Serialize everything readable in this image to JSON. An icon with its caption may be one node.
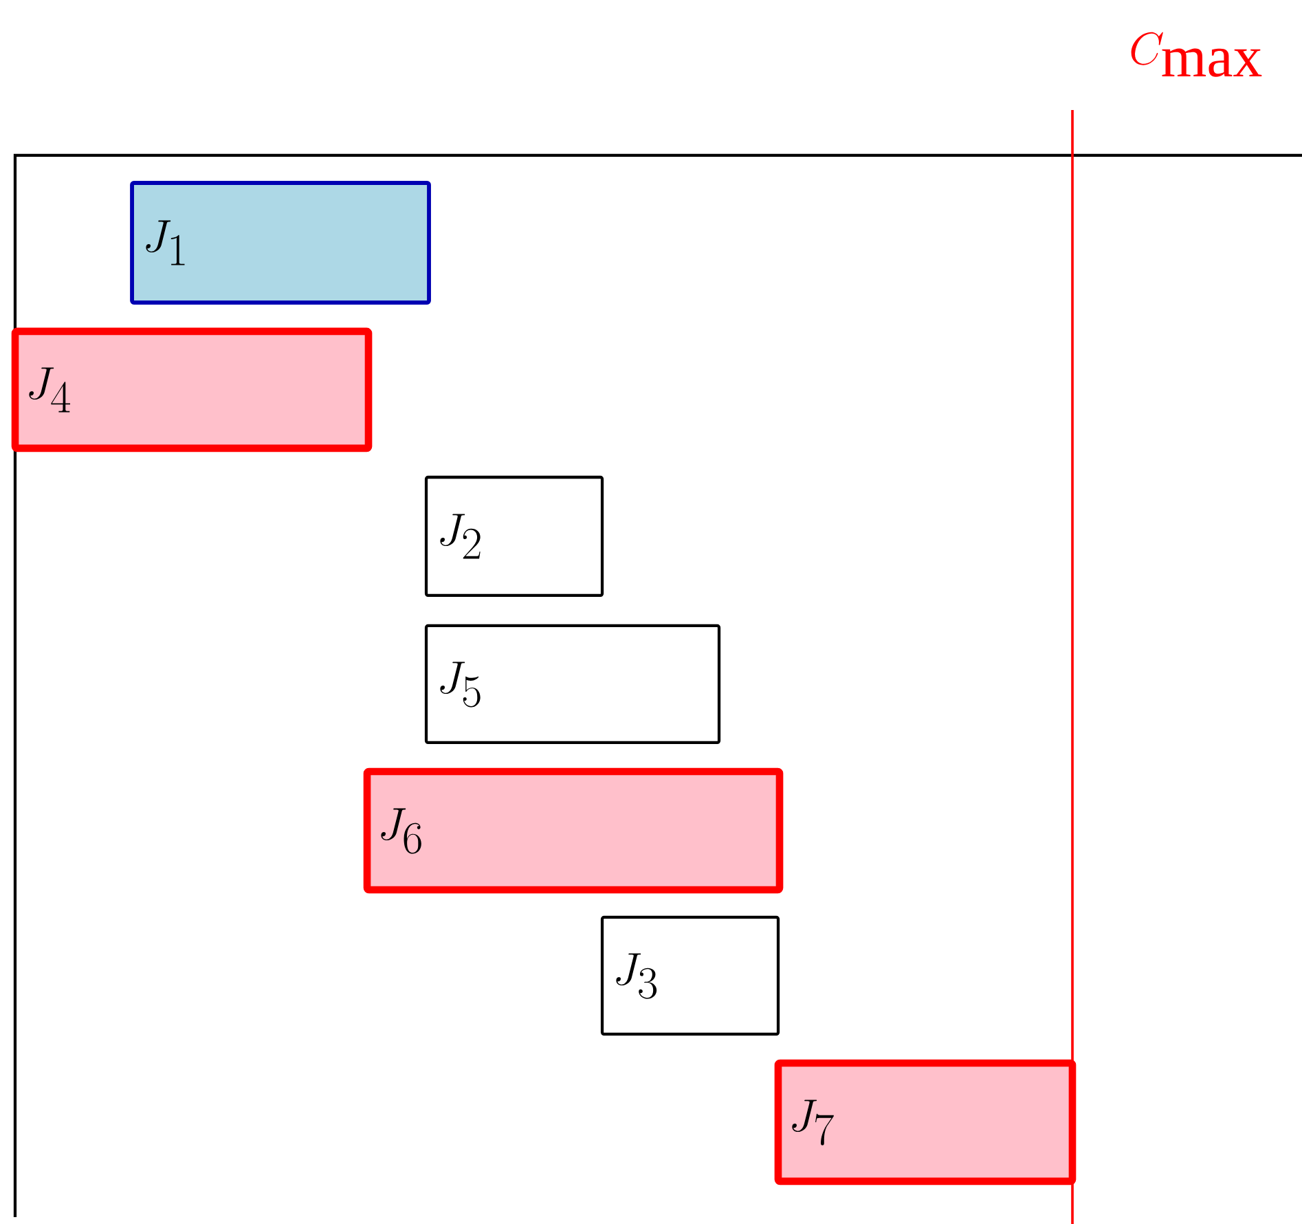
{
  "diagram": {
    "nodes": [
      {
        "text": [
          "J_1"
        ]
      },
      {
        "text": [
          "J_4"
        ]
      },
      {
        "text": [
          "J_2"
        ]
      },
      {
        "text": [
          "J_5"
        ]
      },
      {
        "text": [
          "J_6"
        ]
      },
      {
        "text": [
          "J_3"
        ]
      },
      {
        "text": [
          "J_7"
        ]
      }
    ],
    "labels": [
      "C_{\\max}"
    ]
  }
}
